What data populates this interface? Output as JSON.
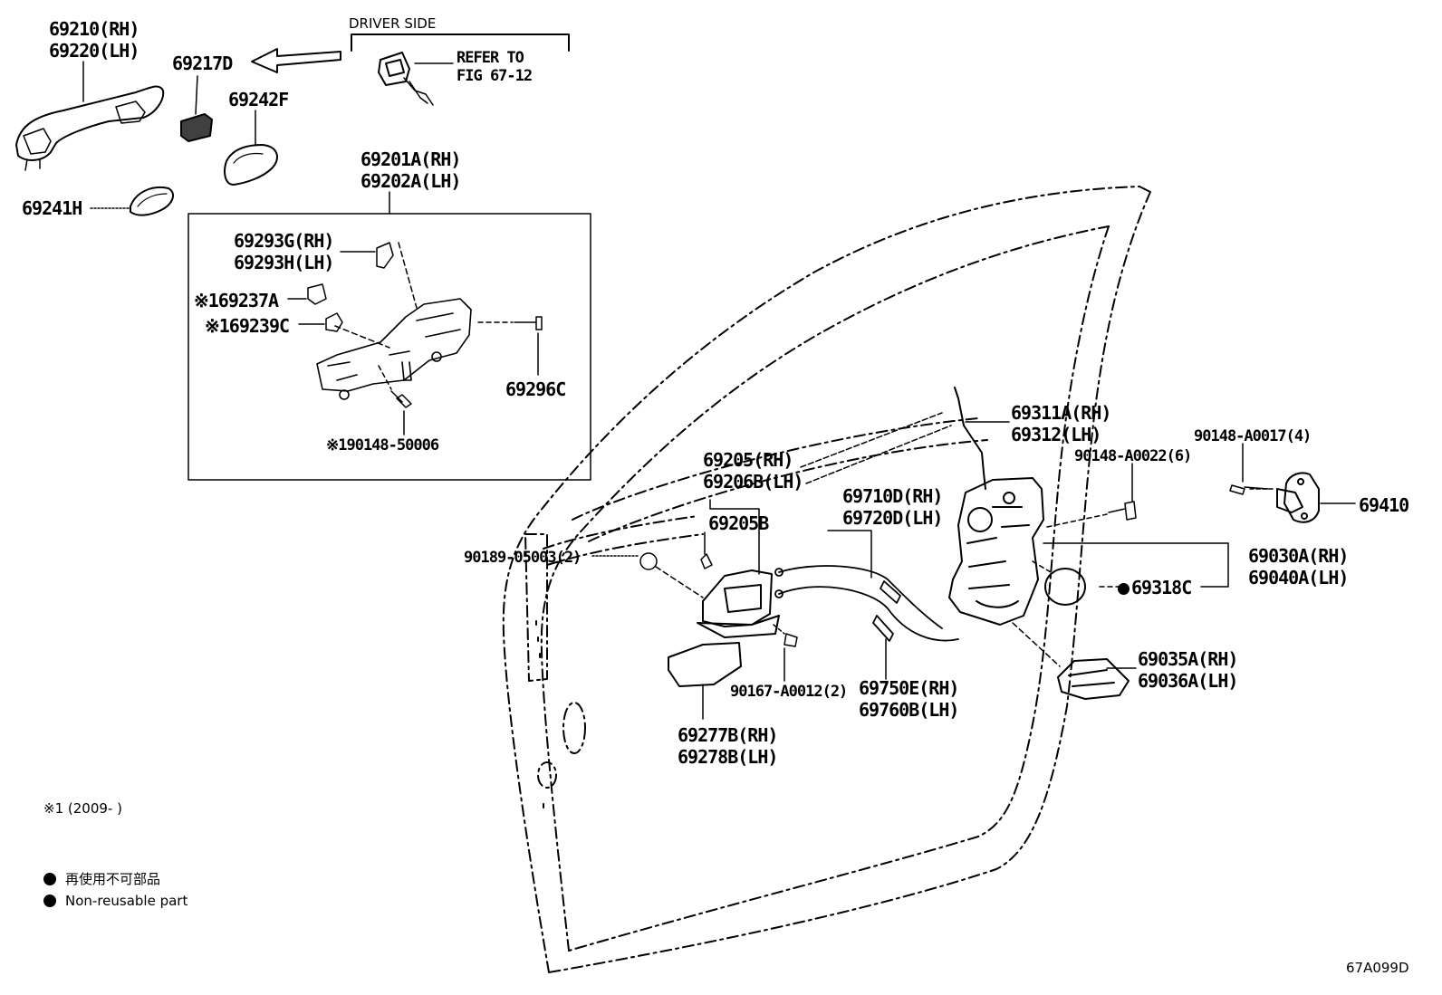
{
  "header": {
    "driver_side": "DRIVER SIDE",
    "refer_line1": "REFER TO",
    "refer_line2": "FIG 67-12"
  },
  "labels": {
    "p69210_rh": "69210(RH)",
    "p69220_lh": "69220(LH)",
    "p69217d": "69217D",
    "p69242f": "69242F",
    "p69241h": "69241H",
    "p69201a_rh": "69201A(RH)",
    "p69202a_lh": "69202A(LH)",
    "p69293g_rh": "69293G(RH)",
    "p69293h_lh": "69293H(LH)",
    "p69237a": "※169237A",
    "p69239c": "※169239C",
    "p69296c": "69296C",
    "p90148_50006": "※190148-50006",
    "p69205_rh": "69205(RH)",
    "p69206b_lh": "69206B(LH)",
    "p69205b": "69205B",
    "p90189_05003": "90189-05003(2)",
    "p90167_a0012": "90167-A0012(2)",
    "p69277b_rh": "69277B(RH)",
    "p69278b_lh": "69278B(LH)",
    "p69710d_rh": "69710D(RH)",
    "p69720d_lh": "69720D(LH)",
    "p69750e_rh": "69750E(RH)",
    "p69760b_lh": "69760B(LH)",
    "p69311a_rh": "69311A(RH)",
    "p69312_lh": "69312(LH)",
    "p90148_a0022": "90148-A0022(6)",
    "p90148_a0017": "90148-A0017(4)",
    "p69410": "69410",
    "p69030a_rh": "69030A(RH)",
    "p69040a_lh": "69040A(LH)",
    "p69318c": "69318C",
    "p69035a_rh": "69035A(RH)",
    "p69036a_lh": "69036A(LH)"
  },
  "footnote": {
    "mark": "※1 (2009-       )"
  },
  "legend": {
    "jp": "再使用不可部品",
    "en": "Non-reusable part"
  },
  "figure_code": "67A099D"
}
